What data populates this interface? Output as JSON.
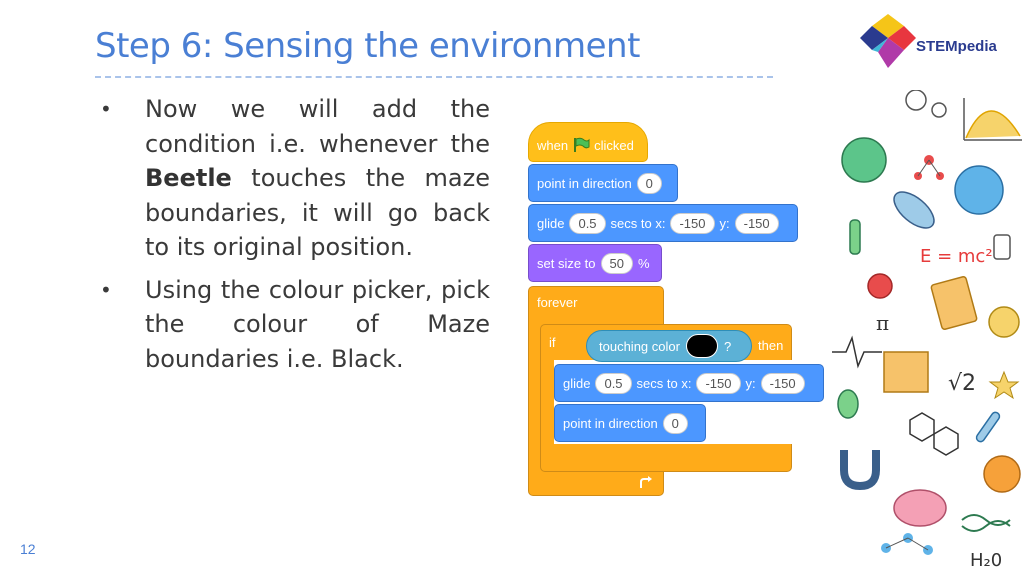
{
  "slide": {
    "title": "Step 6: Sensing the environment",
    "page_number": "12"
  },
  "logo": {
    "text": "STEMpedia"
  },
  "bullets": [
    {
      "pre": "Now we will add the condition i.e. whenever the ",
      "bold": "Beetle",
      "post": " touches the maze boundaries, it will go back to its original position."
    },
    {
      "pre": "Using the colour picker, pick the colour of Maze boundaries i.e. Black.",
      "bold": "",
      "post": ""
    }
  ],
  "blocks": {
    "when": "when",
    "clicked": "clicked",
    "point_in_direction": "point in direction",
    "point_value_1": "0",
    "glide": "glide",
    "glide_secs_1": "0.5",
    "secs_to_x": "secs to x:",
    "x_1": "-150",
    "y_label": "y:",
    "y_1": "-150",
    "set_size_to": "set size to",
    "size_value": "50",
    "percent": "%",
    "forever": "forever",
    "if": "if",
    "touching_color": "touching color",
    "question": "?",
    "then": "then",
    "glide_secs_2": "0.5",
    "x_2": "-150",
    "y_2": "-150",
    "point_value_2": "0"
  },
  "decor": {
    "formula": "E = mc²",
    "pi": "π",
    "sqrt": "√2",
    "h2o": "H₂0",
    "color_swatch": "#000000"
  }
}
